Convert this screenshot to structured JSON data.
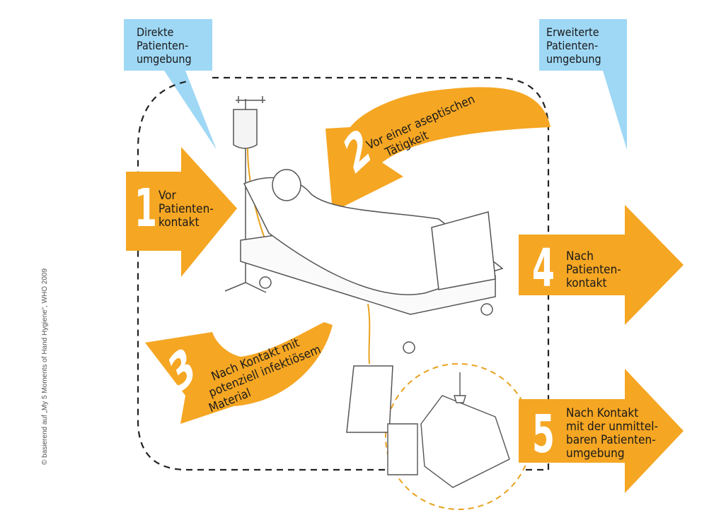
{
  "callouts": {
    "direct": [
      "Direkte",
      "Patienten-",
      "umgebung"
    ],
    "extended": [
      "Erweiterte",
      "Patienten-",
      "umgebung"
    ]
  },
  "moments": [
    {
      "number": "1",
      "lines": [
        "Vor",
        "Patienten-",
        "kontakt"
      ]
    },
    {
      "number": "2",
      "lines": [
        "Vor einer aseptischen",
        "Tätigkeit"
      ]
    },
    {
      "number": "3",
      "lines": [
        "Nach Kontakt mit",
        "potenziell infektiösem",
        "Material"
      ]
    },
    {
      "number": "4",
      "lines": [
        "Nach",
        "Patienten-",
        "kontakt"
      ]
    },
    {
      "number": "5",
      "lines": [
        "Nach Kontakt",
        "mit der unmittel-",
        "baren Patienten-",
        "umgebung"
      ]
    }
  ],
  "credit": "© basierend auf „My 5 Moments of Hand Hygiene“, WHO 2009",
  "colors": {
    "arrow": "#F5A623",
    "callout": "#9FD8F5",
    "drip": "#E8A21E",
    "line": "#555555"
  }
}
